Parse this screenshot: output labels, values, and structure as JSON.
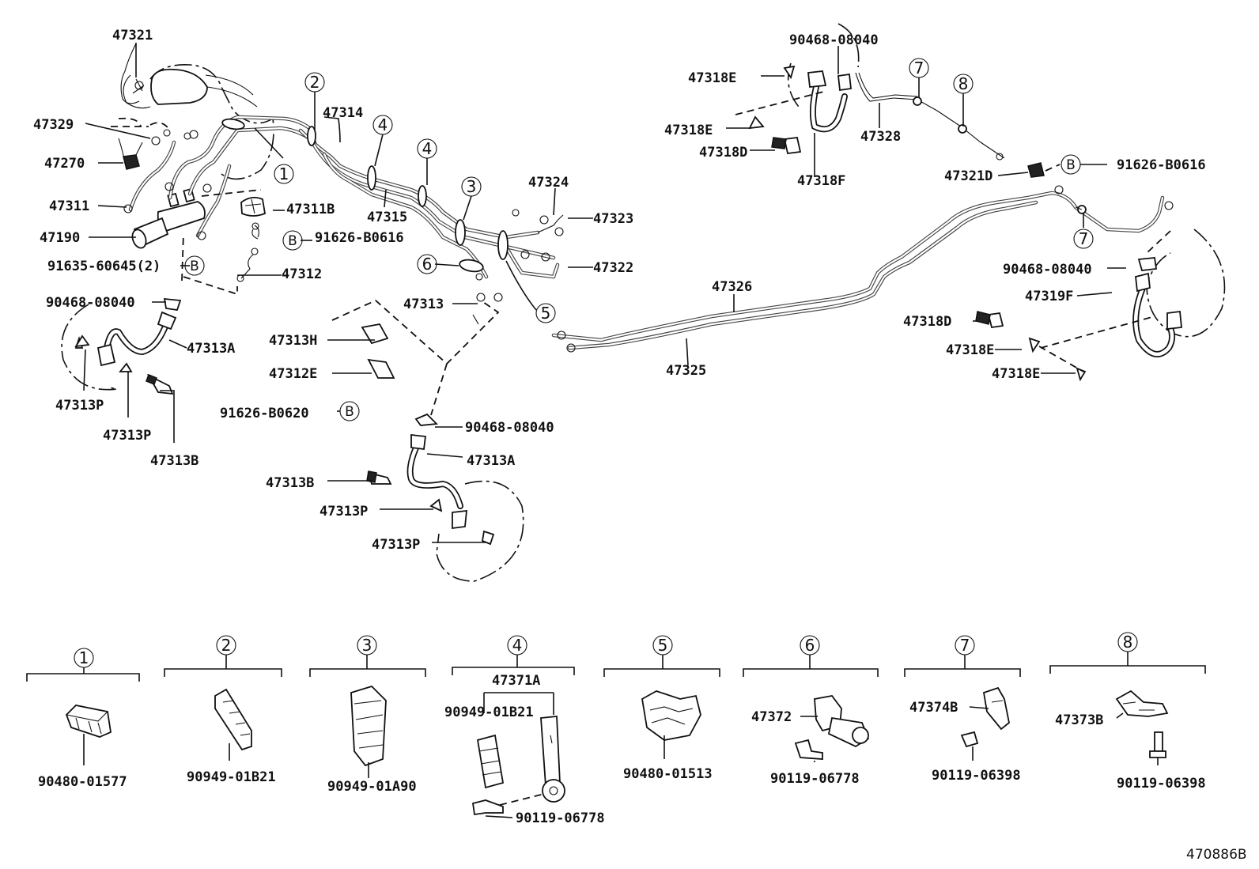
{
  "diagram": {
    "figure_code": "470886B",
    "callouts": {
      "c1": "1",
      "c2": "2",
      "c3": "3",
      "c4a": "4",
      "c4b": "4",
      "c5": "5",
      "c6": "6",
      "c7a": "7",
      "c7b": "7",
      "c8": "8",
      "b_sym": "B"
    },
    "parts": {
      "p47321": "47321",
      "p47329": "47329",
      "p47270": "47270",
      "p47311": "47311",
      "p47190": "47190",
      "p91635": "91635-60645(2)",
      "p47311B": "47311B",
      "p91626_0616a": "91626-B0616",
      "p47312": "47312",
      "p47314": "47314",
      "p47315": "47315",
      "p47324": "47324",
      "p47323": "47323",
      "p47322": "47322",
      "p47313": "47313",
      "p90468_a": "90468-08040",
      "p47313A_a": "47313A",
      "p47313P_a": "47313P",
      "p47313P_b": "47313P",
      "p47313B_a": "47313B",
      "p47313H": "47313H",
      "p47312E": "47312E",
      "p91626_0620": "91626-B0620",
      "p90468_b": "90468-08040",
      "p47313A_b": "47313A",
      "p47313B_b": "47313B",
      "p47313P_c": "47313P",
      "p47313P_d": "47313P",
      "p90468_c": "90468-08040",
      "p47318E_a": "47318E",
      "p47318E_b": "47318E",
      "p47318D_a": "47318D",
      "p47318F": "47318F",
      "p47328": "47328",
      "p47321D": "47321D",
      "p91626_0616b": "91626-B0616",
      "p47326": "47326",
      "p47325": "47325",
      "p90468_d": "90468-08040",
      "p47319F": "47319F",
      "p47318D_b": "47318D",
      "p47318E_c": "47318E",
      "p47318E_d": "47318E"
    },
    "legend": {
      "g1": {
        "num": "1",
        "part": "90480-01577"
      },
      "g2": {
        "num": "2",
        "part": "90949-01B21"
      },
      "g3": {
        "num": "3",
        "part": "90949-01A90"
      },
      "g4": {
        "num": "4",
        "assy": "47371A",
        "part": "90949-01B21",
        "bolt": "90119-06778"
      },
      "g5": {
        "num": "5",
        "part": "90480-01513"
      },
      "g6": {
        "num": "6",
        "bracket": "47372",
        "bolt": "90119-06778"
      },
      "g7": {
        "num": "7",
        "bracket": "47374B",
        "bolt": "90119-06398"
      },
      "g8": {
        "num": "8",
        "bracket": "47373B",
        "bolt": "90119-06398"
      }
    }
  }
}
